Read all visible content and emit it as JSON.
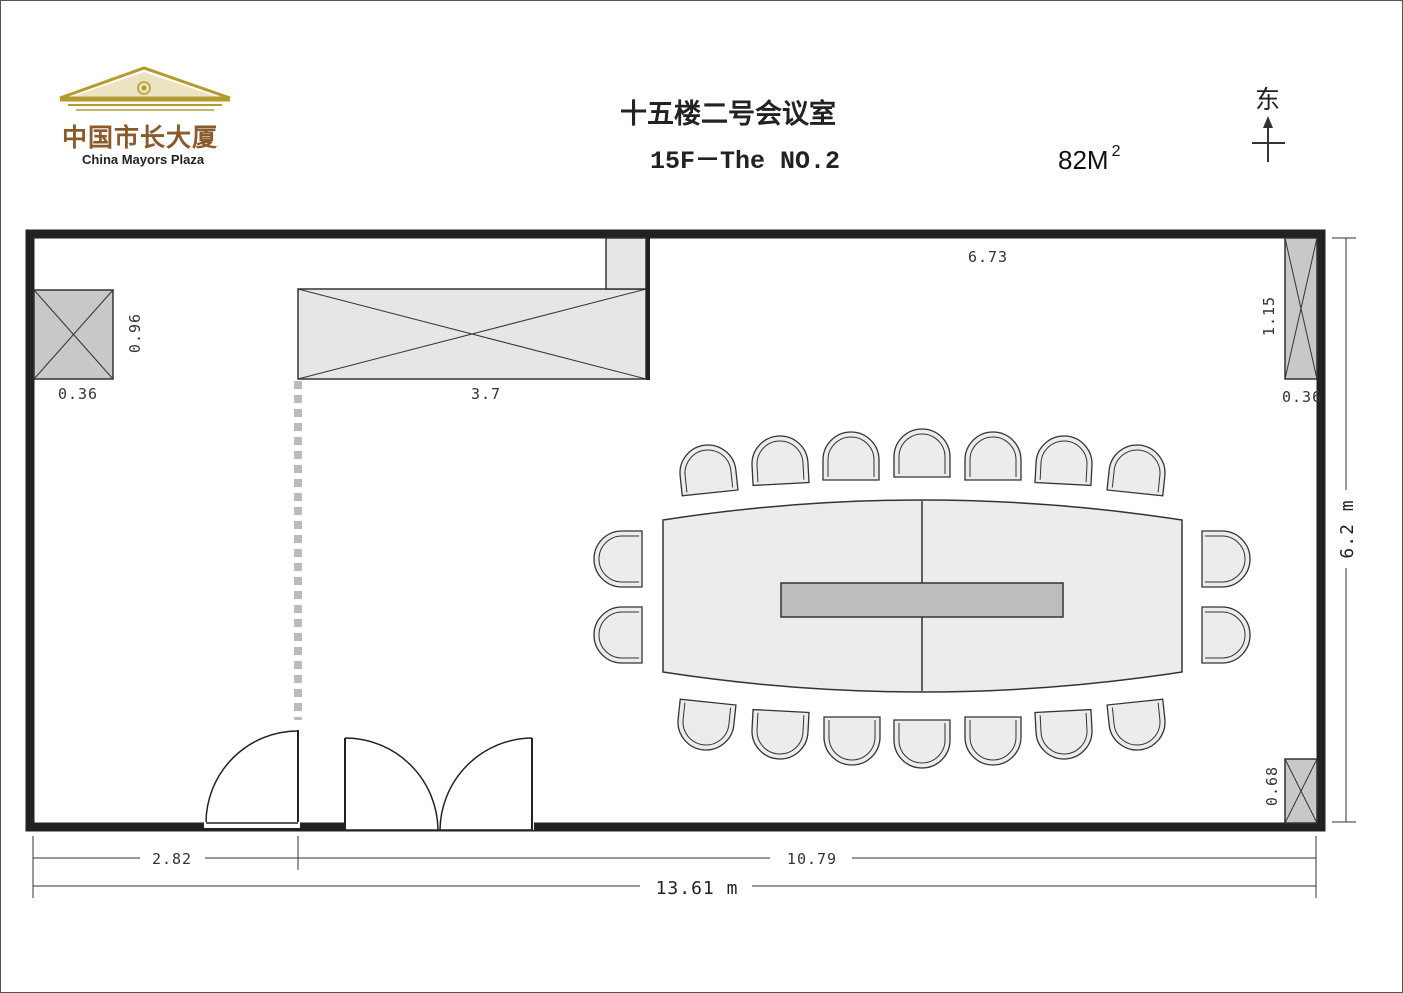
{
  "brand": {
    "name_cn": "中国市长大厦",
    "name_en": "China Mayors Plaza",
    "logo_icon": "pavilion-roof-logo",
    "color": "#8a5a2b",
    "gold": "#b59a2e"
  },
  "title": {
    "cn": "十五楼二号会议室",
    "en": "15F－The NO.2"
  },
  "area": {
    "value": "82M",
    "unit_sup": "2"
  },
  "compass": {
    "label": "东",
    "icon": "north-arrow-icon"
  },
  "dimensions": {
    "column_left_h": "0.96",
    "column_left_w": "0.36",
    "cabinet_w": "3.7",
    "top_right_span": "6.73",
    "column_right_h": "1.15",
    "column_right_w": "0.36",
    "bottom_right_h": "0.68",
    "room_height": "6.2 m",
    "bottom_left_span": "2.82",
    "bottom_right_span": "10.79",
    "room_width": "13.61 m"
  },
  "colors": {
    "wall": "#222222",
    "fixture_fill": "#e6e6e6",
    "column_fill": "#c8c8c8",
    "table_fill": "#ececec",
    "table_center": "#bdbdbd",
    "partition": "#bbbbbb"
  }
}
